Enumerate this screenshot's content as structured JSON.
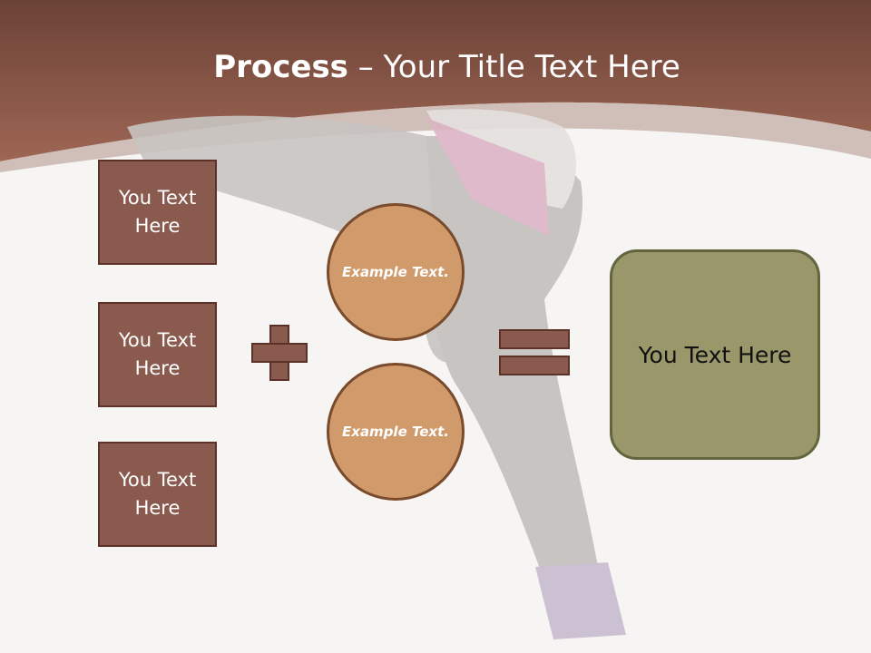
{
  "slide": {
    "title_bold": "Process",
    "title_rest": " – Your Title Text Here"
  },
  "inputs": [
    {
      "label": "You Text Here"
    },
    {
      "label": "You Text Here"
    },
    {
      "label": "You Text Here"
    }
  ],
  "circles": [
    {
      "label": "Example Text."
    },
    {
      "label": "Example Text."
    }
  ],
  "result": {
    "label": "You Text Here"
  },
  "colors": {
    "header": "#8a5a4e",
    "box": "#8a5a4e",
    "circle": "#d19a6a",
    "result": "#9a986a"
  }
}
